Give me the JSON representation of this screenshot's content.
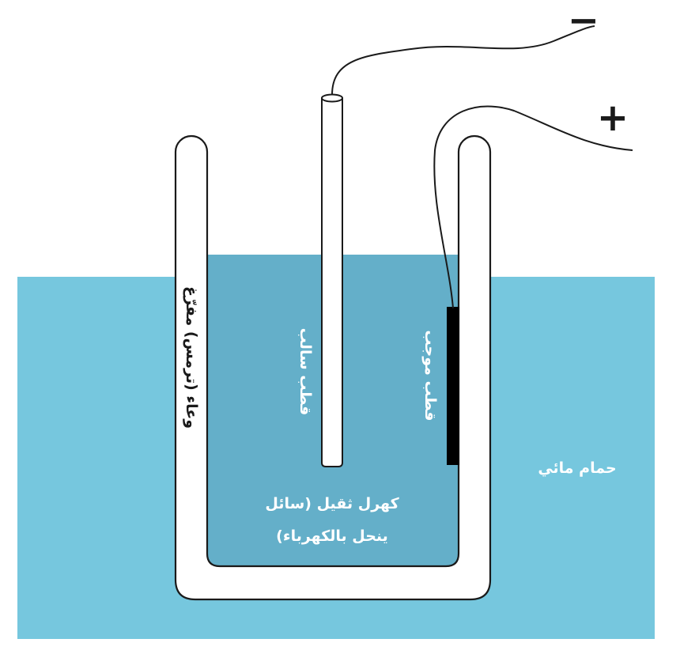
{
  "labels": {
    "vessel": "وعاء (ترمس) مفرّغ",
    "cathode": "قطب سالب",
    "anode": "قطب موجب",
    "water_bath": "حمام مائي",
    "electrolyte_line1": "كهرل ثقيل (سائل",
    "electrolyte_line2": "ينحل بالكهرباء)",
    "negative_terminal": "−",
    "positive_terminal": "+"
  },
  "colors": {
    "water_bath": "#76C7DE",
    "electrolyte": "#64AFC9",
    "outline": "#1a1a1a",
    "vessel_wall": "#ffffff",
    "anode_plate": "#000000"
  }
}
